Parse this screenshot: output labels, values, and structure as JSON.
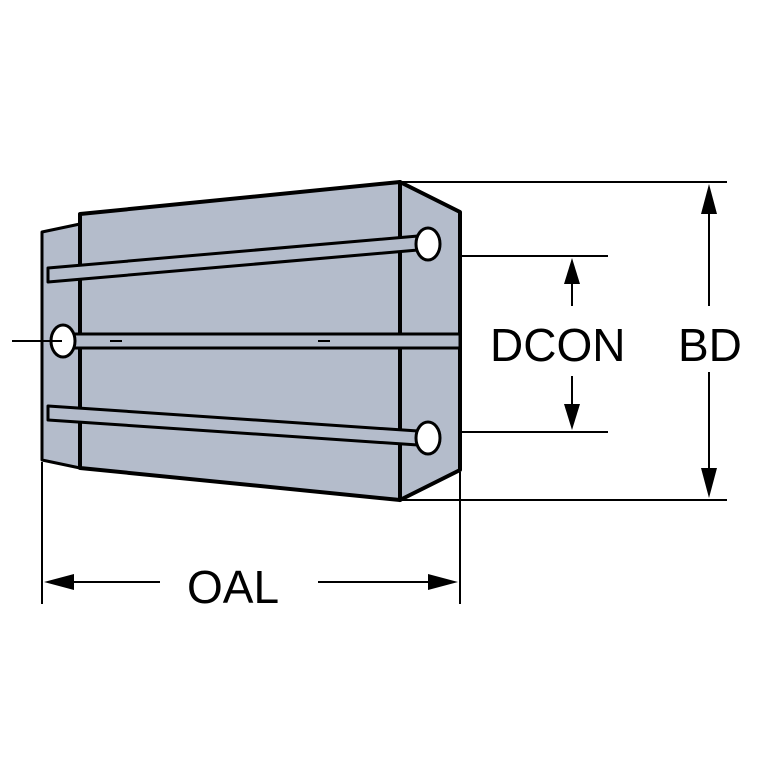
{
  "labels": {
    "dcon": "DCON",
    "bd": "BD",
    "oal": "OAL"
  },
  "colors": {
    "body_fill": "#b4bccb",
    "outline": "#000000",
    "background": "#ffffff"
  }
}
